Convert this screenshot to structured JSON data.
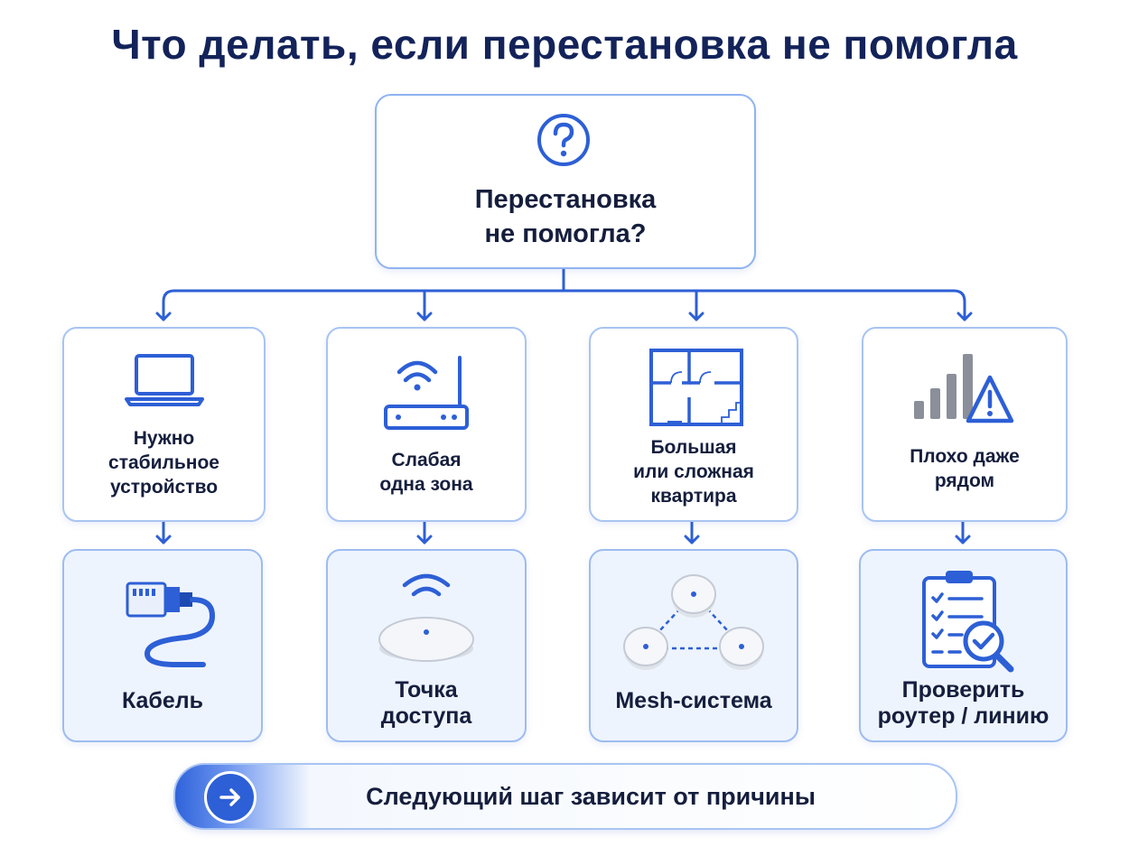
{
  "title": "Что делать, если перестановка не помогла",
  "root": {
    "line1": "Перестановка",
    "line2": "не помогла?",
    "icon": "question-icon"
  },
  "problems": [
    {
      "lines": [
        "Нужно",
        "стабильное",
        "устройство"
      ],
      "icon": "laptop-icon"
    },
    {
      "lines": [
        "Слабая",
        "одна зона"
      ],
      "icon": "router-icon"
    },
    {
      "lines": [
        "Большая",
        "или сложная",
        "квартира"
      ],
      "icon": "floor-plan-icon"
    },
    {
      "lines": [
        "Плохо даже",
        "рядом"
      ],
      "icon": "signal-warning-icon"
    }
  ],
  "solutions": [
    {
      "lines": [
        "Кабель"
      ],
      "icon": "ethernet-cable-icon"
    },
    {
      "lines": [
        "Точка",
        "доступа"
      ],
      "icon": "access-point-icon"
    },
    {
      "lines": [
        "Mesh-система"
      ],
      "icon": "mesh-system-icon"
    },
    {
      "lines": [
        "Проверить",
        "роутер / линию"
      ],
      "icon": "checklist-icon"
    }
  ],
  "footer": {
    "text": "Следующий шаг зависит от причины",
    "icon": "arrow-right-icon"
  },
  "colors": {
    "accent": "#2d5fd6",
    "title": "#13235a",
    "border": "#a8c4f2",
    "solution_bg": "#eef4fd"
  }
}
